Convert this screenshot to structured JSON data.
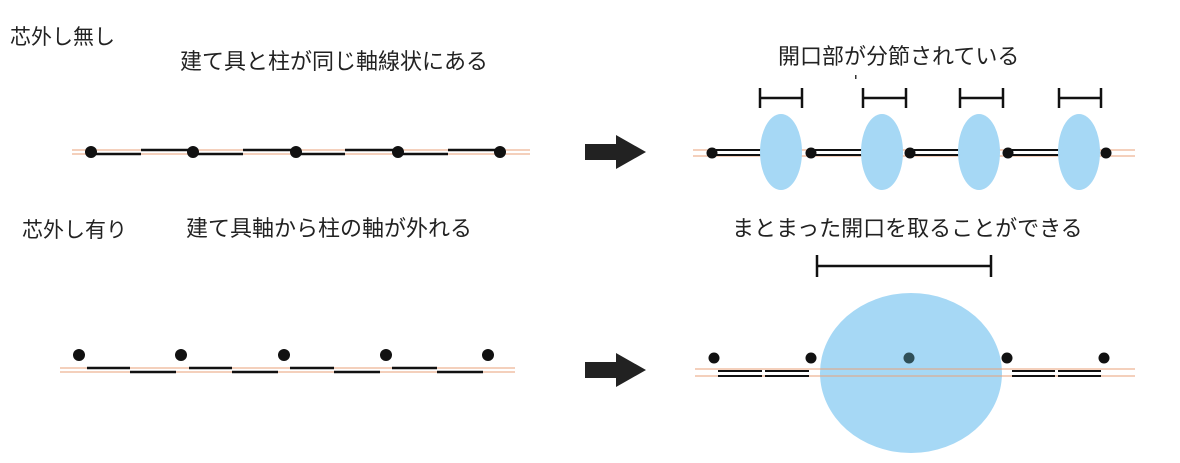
{
  "top": {
    "corner_label": "芯外し無し",
    "left_caption": "建て具と柱が同じ軸線状にある",
    "right_caption": "開口部が分節されている"
  },
  "bottom": {
    "corner_label": "芯外し有り",
    "left_caption": "建て具軸から柱の軸が外れる",
    "right_caption": "まとまった開口を取ることができる"
  },
  "colors": {
    "line": "#111111",
    "axis": "#e8a27a",
    "opening": "#a6d8f5",
    "arrow": "#222222"
  }
}
